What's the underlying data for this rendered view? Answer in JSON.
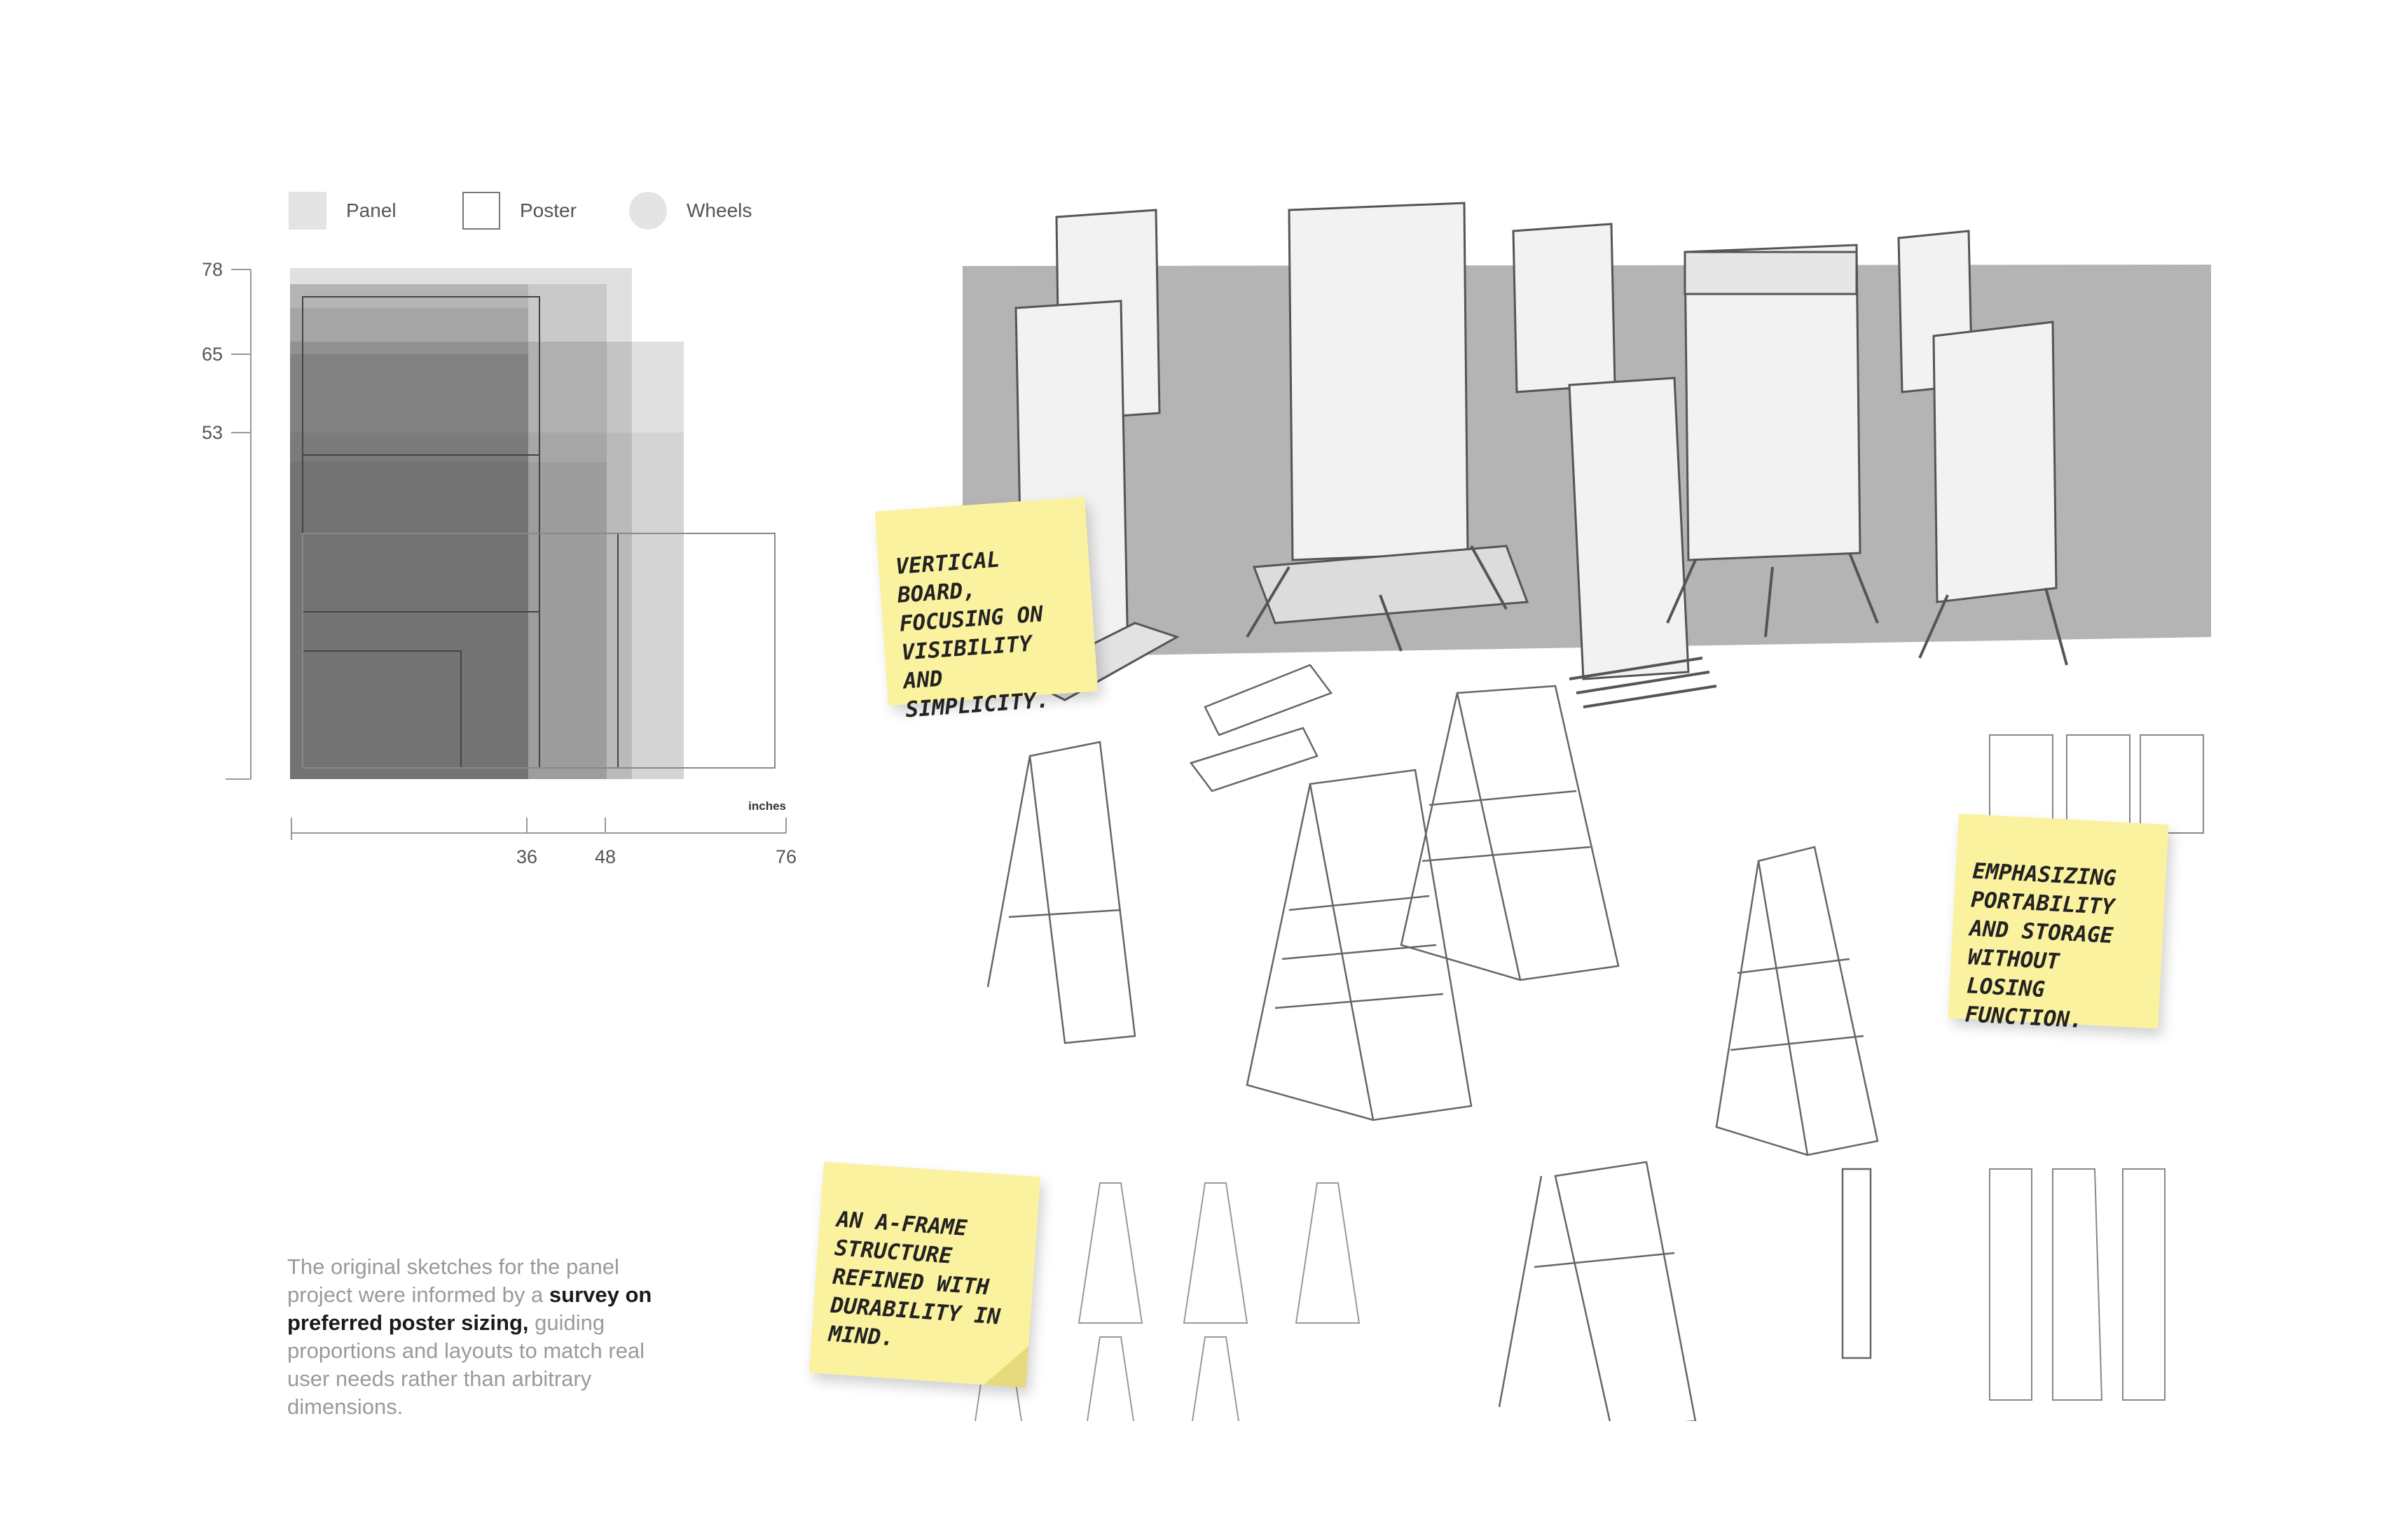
{
  "legend": {
    "panel": "Panel",
    "poster": "Poster",
    "wheels": "Wheels"
  },
  "chart_data": {
    "type": "diagram",
    "y_ticks": [
      "78",
      "65",
      "53"
    ],
    "x_ticks": [
      "36",
      "48",
      "76"
    ],
    "x_unit": "inches"
  },
  "caption": {
    "part1": "The original sketches for the panel project were informed by a ",
    "bold": "survey on preferred poster sizing,",
    "part2": " guiding proportions and layouts to match real user needs rather than arbitrary dimensions."
  },
  "notes": {
    "vertical": "Vertical board, focusing on visibility and simplicity.",
    "portability": "Emphasizing portability and storage without losing function.",
    "aframe": "An A-frame structure refined with durability in mind."
  },
  "colors": {
    "note": "#fbf2a0",
    "backdrop": "#b4b4b4"
  }
}
